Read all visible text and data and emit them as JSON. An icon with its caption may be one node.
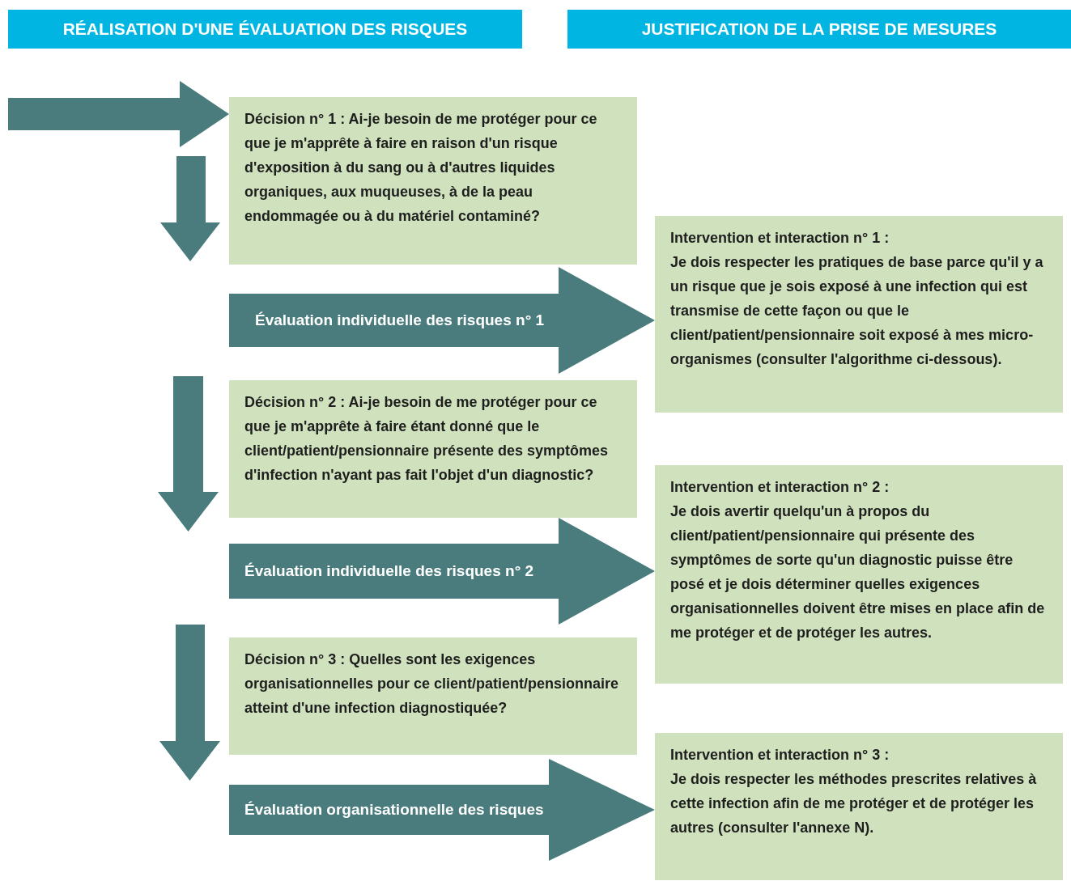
{
  "diagram": {
    "nodes": [
      {
        "text": [
          "RÉALISATION D'UNE ÉVALUATION DES RISQUES"
        ]
      },
      {
        "text": [
          "JUSTIFICATION DE LA PRISE DE MESURES"
        ]
      },
      {
        "text": [
          "Décision n° 1 : Ai-je besoin de me protéger pour ce que je m'apprête à faire en raison d'un risque d'exposition à du sang ou à d'autres liquides organiques, aux muqueuses, à de la peau endommagée ou à du matériel contaminé?"
        ]
      },
      {
        "text": [
          "Intervention et interaction n° 1 :",
          "Je dois respecter les pratiques de base parce qu'il y a un risque que je sois exposé à une infection qui est transmise de cette façon ou que le client/patient/pensionnaire soit exposé à mes micro-organismes (consulter l'algorithme ci-dessous)."
        ]
      },
      {
        "text": [
          "Décision n° 2 : Ai-je besoin de me protéger pour ce que je m'apprête à faire étant donné que le client/patient/pensionnaire présente des symptômes d'infection n'ayant pas fait l'objet d'un diagnostic?"
        ]
      },
      {
        "text": [
          "Intervention et interaction n° 2 :",
          "Je dois avertir quelqu'un à propos du client/patient/pensionnaire qui présente des symptômes de sorte qu'un diagnostic puisse être posé et je dois déterminer quelles exigences organisationnelles doivent être mises en place afin de me protéger et de protéger les autres."
        ]
      },
      {
        "text": [
          "Décision n° 3 : Quelles sont les exigences organisationnelles pour ce client/patient/pensionnaire atteint d'une infection diagnostiquée?"
        ]
      },
      {
        "text": [
          "Intervention et interaction n° 3 :",
          "Je dois respecter les méthodes prescrites relatives à cette infection afin de me protéger et de protéger les autres (consulter l'annexe N)."
        ]
      }
    ],
    "edges": [
      {
        "from": null,
        "to": 2,
        "arrow": "to"
      },
      {
        "from": null,
        "to": 3,
        "arrow": "to",
        "label": "Évaluation individuelle des risques n° 1"
      },
      {
        "from": null,
        "to": 5,
        "arrow": "to",
        "label": "Évaluation individuelle des risques n° 2"
      },
      {
        "from": null,
        "to": 7,
        "arrow": "to",
        "label": "Évaluation organisationnelle des risques"
      }
    ]
  }
}
